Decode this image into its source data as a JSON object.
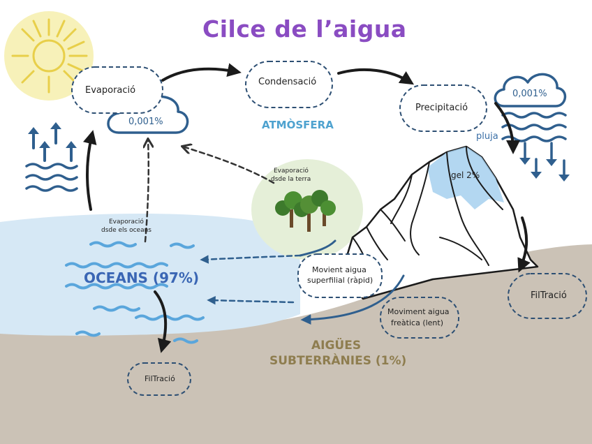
{
  "title": "Cilce de l’aigua",
  "labels": {
    "evaporacio": "Evaporació",
    "condensacio": "Condensació",
    "precipitacio": "Precipitació",
    "cloud_left_pct": "0,001%",
    "cloud_right_pct": "0,001%",
    "atmosfera": "ATMÒSFERA",
    "pluja": "pluja",
    "gel": "gel 2%",
    "evap_terra_1": "Evaporació",
    "evap_terra_2": "dsde la terra",
    "evap_oceans_1": "Evaporació",
    "evap_oceans_2": "dsde els oceans",
    "oceans": "OCEANS (97%)",
    "mov_superficial_1": "Movient aigua",
    "mov_superficial_2": "superfilial (ràpid)",
    "mov_freatic_1": "Moviment aigua",
    "mov_freatic_2": "freàtica (lent)",
    "filtracio_right": "FilTració",
    "filtracio_left": "FilTració",
    "aigues_1": "AIGÜES",
    "aigues_2": "SUBTERRÀNIES (1%)"
  },
  "icons": [
    "sun-icon",
    "cloud-icon",
    "trees-icon",
    "mountain-icon",
    "rain-arrows-icon",
    "waves-icon"
  ],
  "colors": {
    "title": "#8a4cc2",
    "ocean": "#d5e7f4",
    "wave": "#5aa6dc",
    "ground": "#cbc2b6",
    "sun": "#f4ea9a",
    "dashed": "#2d4f73",
    "ice": "#9ccbee"
  }
}
